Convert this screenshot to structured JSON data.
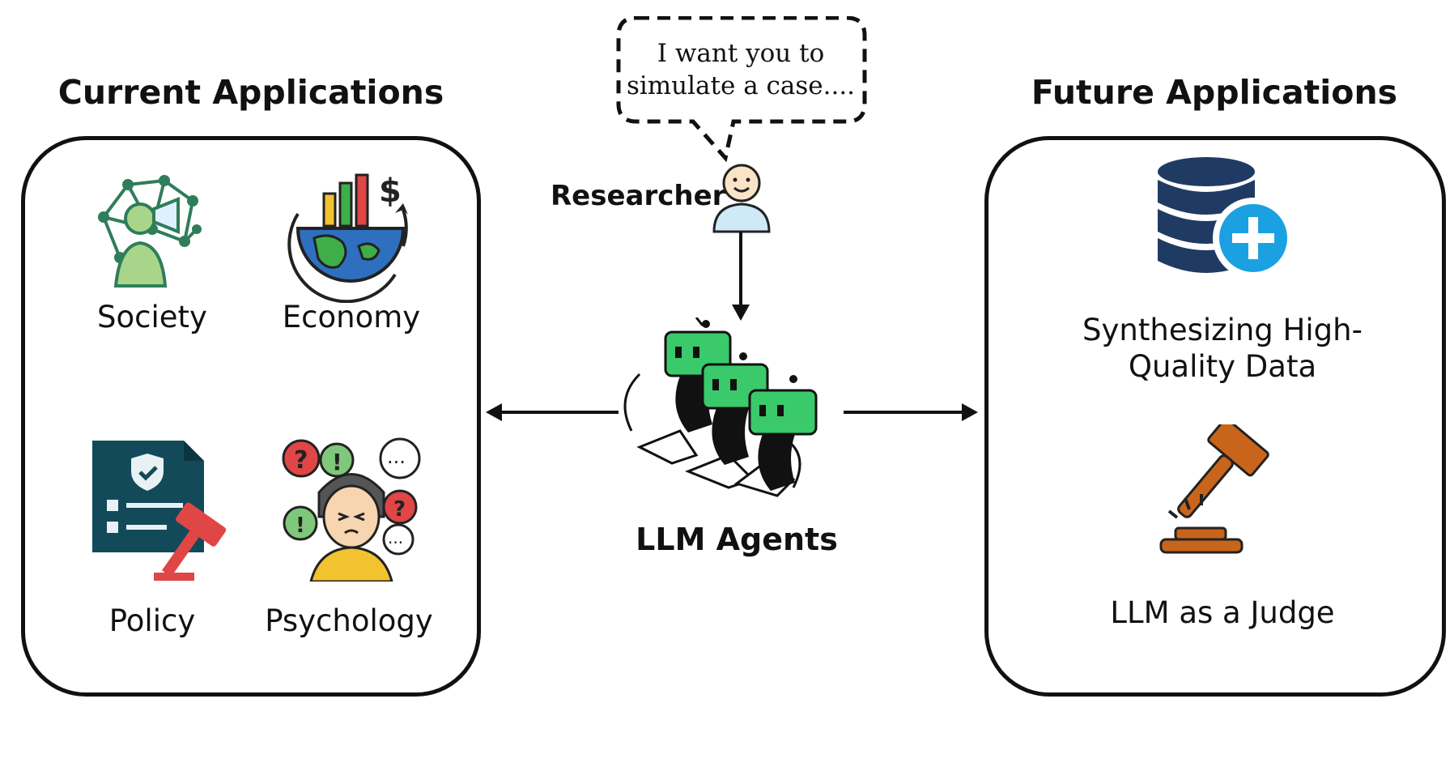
{
  "current": {
    "title": "Current Applications",
    "items": [
      {
        "label": "Society",
        "icon": "society-icon"
      },
      {
        "label": "Economy",
        "icon": "economy-icon"
      },
      {
        "label": "Policy",
        "icon": "policy-icon"
      },
      {
        "label": "Psychology",
        "icon": "psychology-icon"
      }
    ]
  },
  "future": {
    "title": "Future Applications",
    "items": [
      {
        "label_line1": "Synthesizing High-",
        "label_line2": "Quality Data",
        "icon": "database-plus-icon"
      },
      {
        "label": "LLM as a Judge",
        "icon": "gavel-icon"
      }
    ]
  },
  "center": {
    "speech_line1": "I want you to",
    "speech_line2": "simulate a case....",
    "researcher": "Researcher",
    "agents": "LLM Agents"
  },
  "colors": {
    "green": "#3ac96b",
    "navy": "#1f3b63",
    "blue": "#1ba1e2",
    "orange": "#c8651b",
    "red": "#e04646"
  }
}
